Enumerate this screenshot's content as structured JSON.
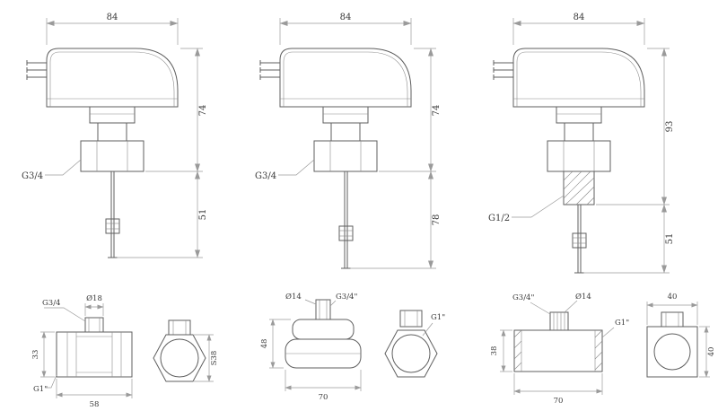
{
  "sheet": {
    "background": "#ffffff",
    "line_color": "#5f5f5f",
    "dimension_color": "#9a9a9a",
    "text_color": "#3a3a3a"
  },
  "switch_views": [
    {
      "width": "84",
      "upper_height": "74",
      "lower_height": "51",
      "thread": "G3/4"
    },
    {
      "width": "84",
      "upper_height": "74",
      "lower_height": "78",
      "thread": "G3/4"
    },
    {
      "width": "84",
      "upper_height": "93",
      "lower_height": "51",
      "thread": "G1/2"
    }
  ],
  "fitting_views": {
    "valve": {
      "top_thread": "G3/4",
      "bore": "Ø18",
      "height": "33",
      "side_thread": "G1\"",
      "length": "58",
      "hex_size": "S38"
    },
    "dome": {
      "bore": "Ø14",
      "top_thread": "G3/4\"",
      "height": "48",
      "length": "70",
      "front_thread": "G1\""
    },
    "tee": {
      "top_thread": "G3/4\"",
      "bore": "Ø14",
      "side_thread": "G1\"",
      "height": "38",
      "length": "70",
      "front_width": "40",
      "front_height": "40"
    }
  }
}
